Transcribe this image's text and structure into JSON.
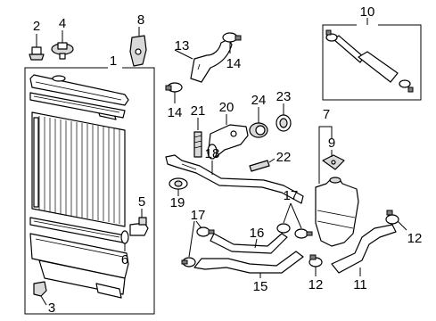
{
  "callouts": {
    "c1": "1",
    "c2": "2",
    "c3": "3",
    "c4": "4",
    "c5": "5",
    "c6": "6",
    "c7": "7",
    "c8": "8",
    "c9": "9",
    "c10": "10",
    "c11": "11",
    "c12a": "12",
    "c12b": "12",
    "c13": "13",
    "c14a": "14",
    "c14b": "14",
    "c15": "15",
    "c16": "16",
    "c17a": "17",
    "c17b": "17",
    "c18": "18",
    "c19": "19",
    "c20": "20",
    "c21": "21",
    "c22": "22",
    "c23": "23",
    "c24": "24"
  }
}
